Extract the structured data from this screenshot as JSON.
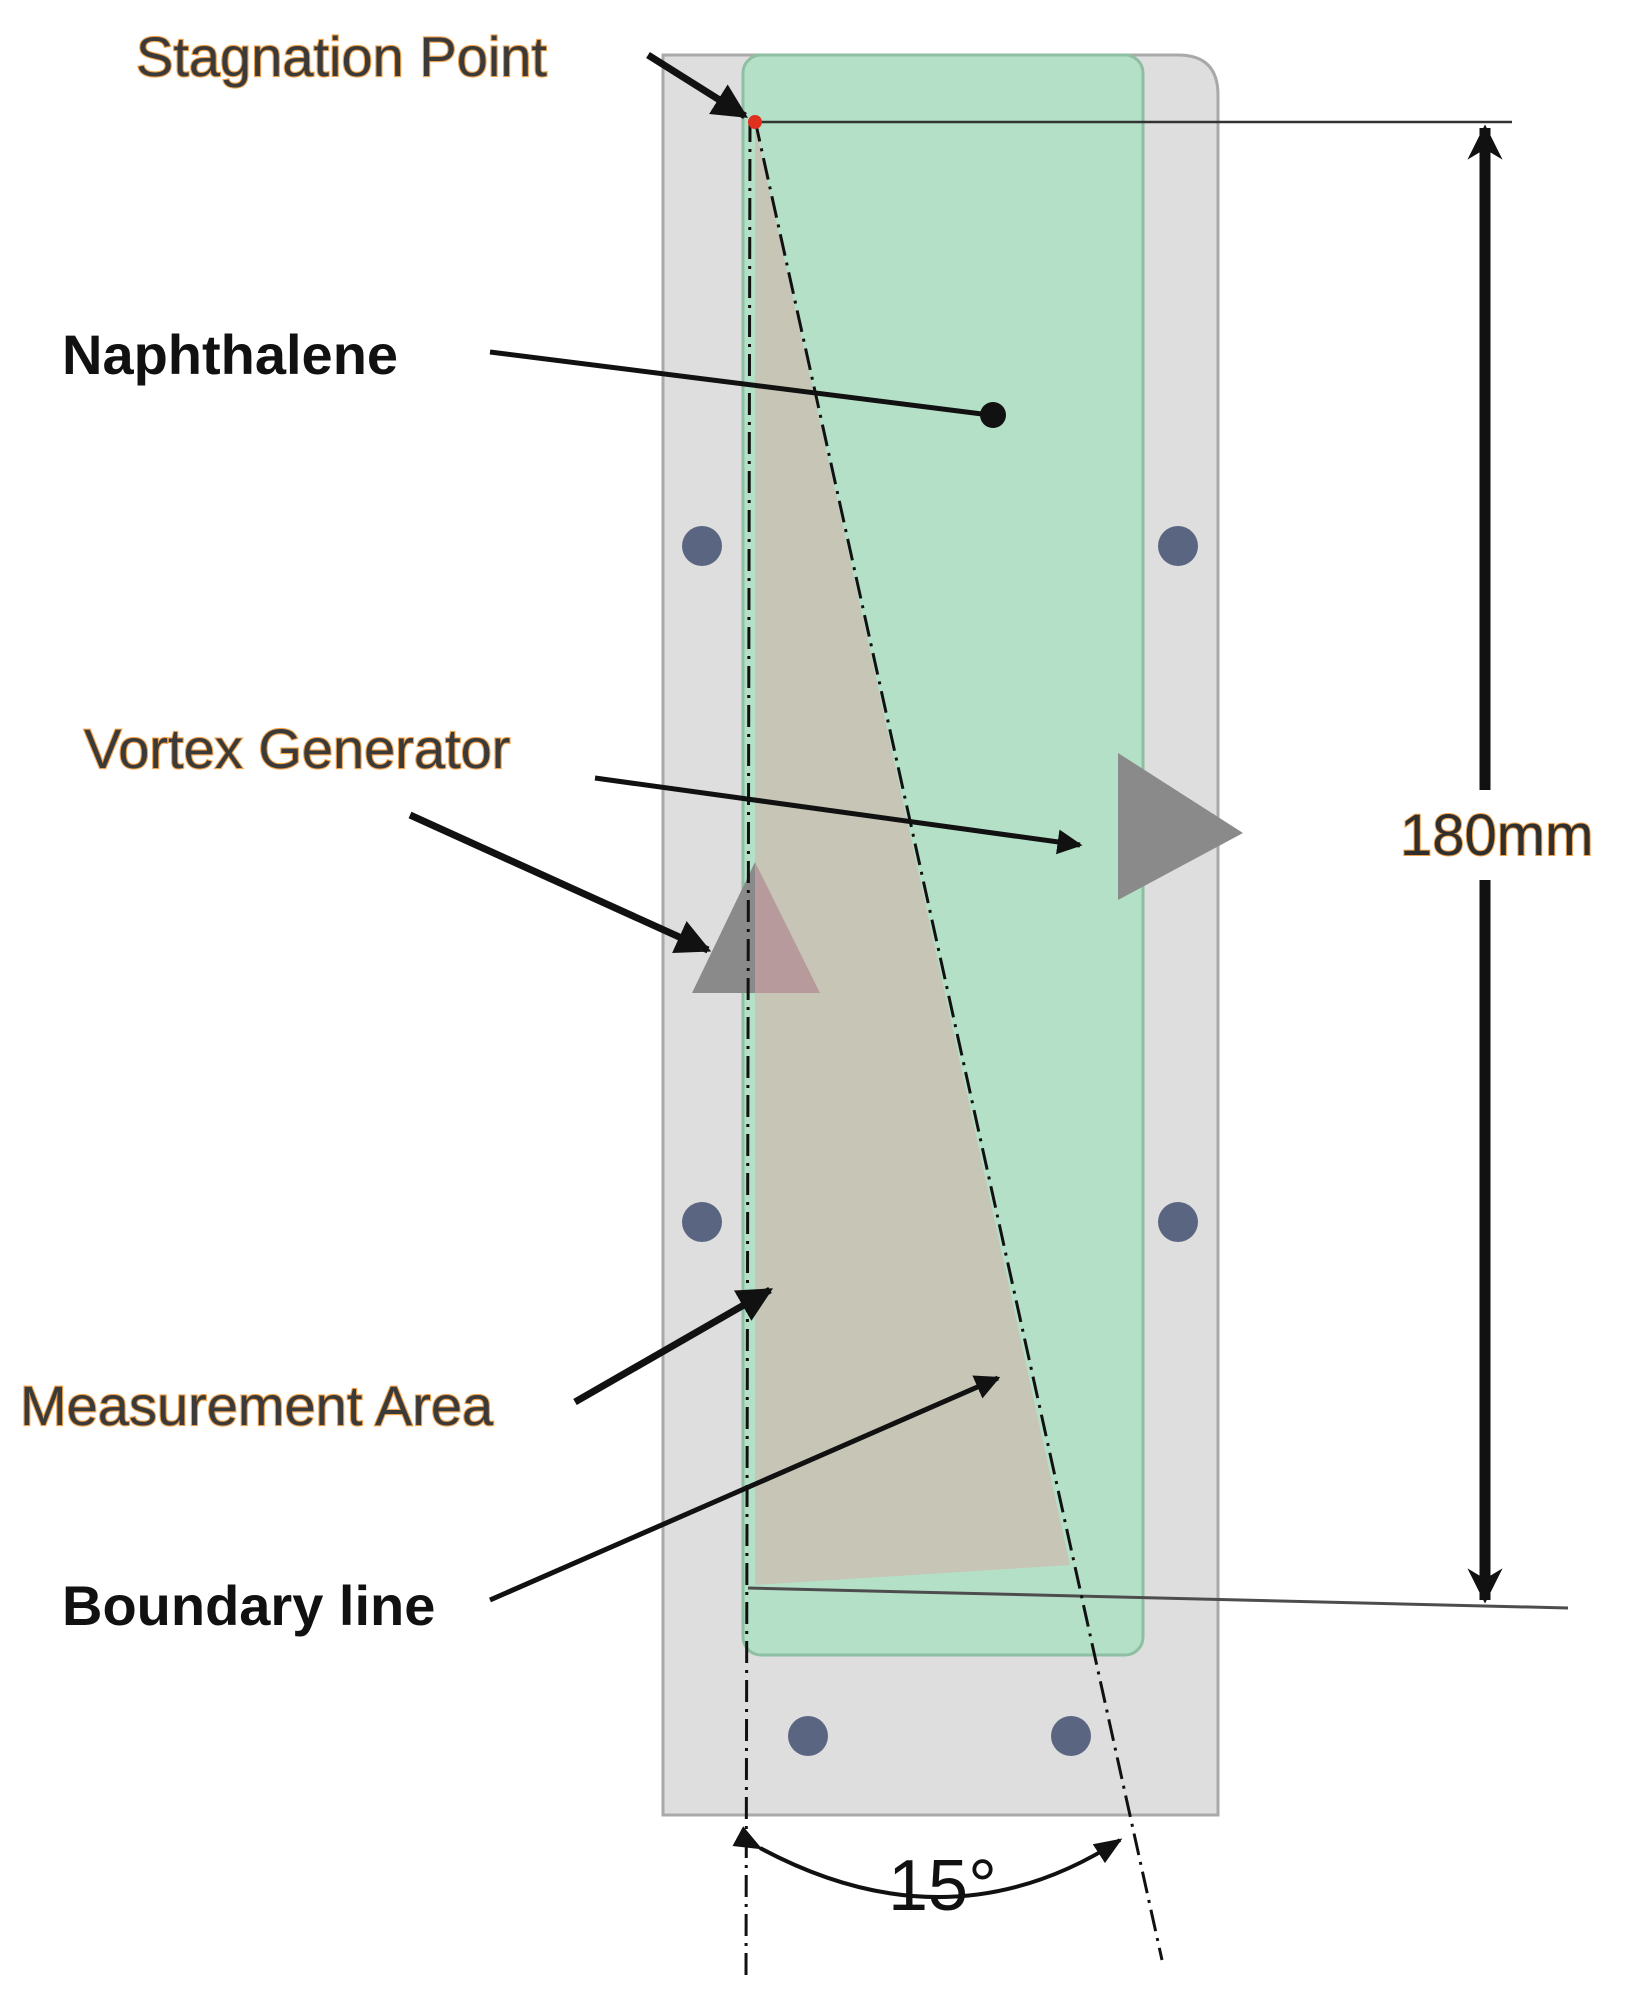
{
  "labels": {
    "stagnation_point": "Stagnation Point",
    "naphthalene": "Naphthalene",
    "vortex_generator": "Vortex Generator",
    "measurement_area": "Measurement Area",
    "boundary_line": "Boundary line",
    "length": "180mm",
    "angle": "15°"
  },
  "colors": {
    "plate": "#dedede",
    "plate_edge": "#a9a9a9",
    "naphthalene": "#b5e0c8",
    "naphthalene_edge": "#8fbfa3",
    "measurement_area": "#c8c2b4",
    "vortex_generator": "#8a8a8a",
    "vortex_generator_overlap": "#b79a9b",
    "bolt": "#5a6582",
    "stagnation_point": "#e0301e",
    "line": "#111111"
  }
}
